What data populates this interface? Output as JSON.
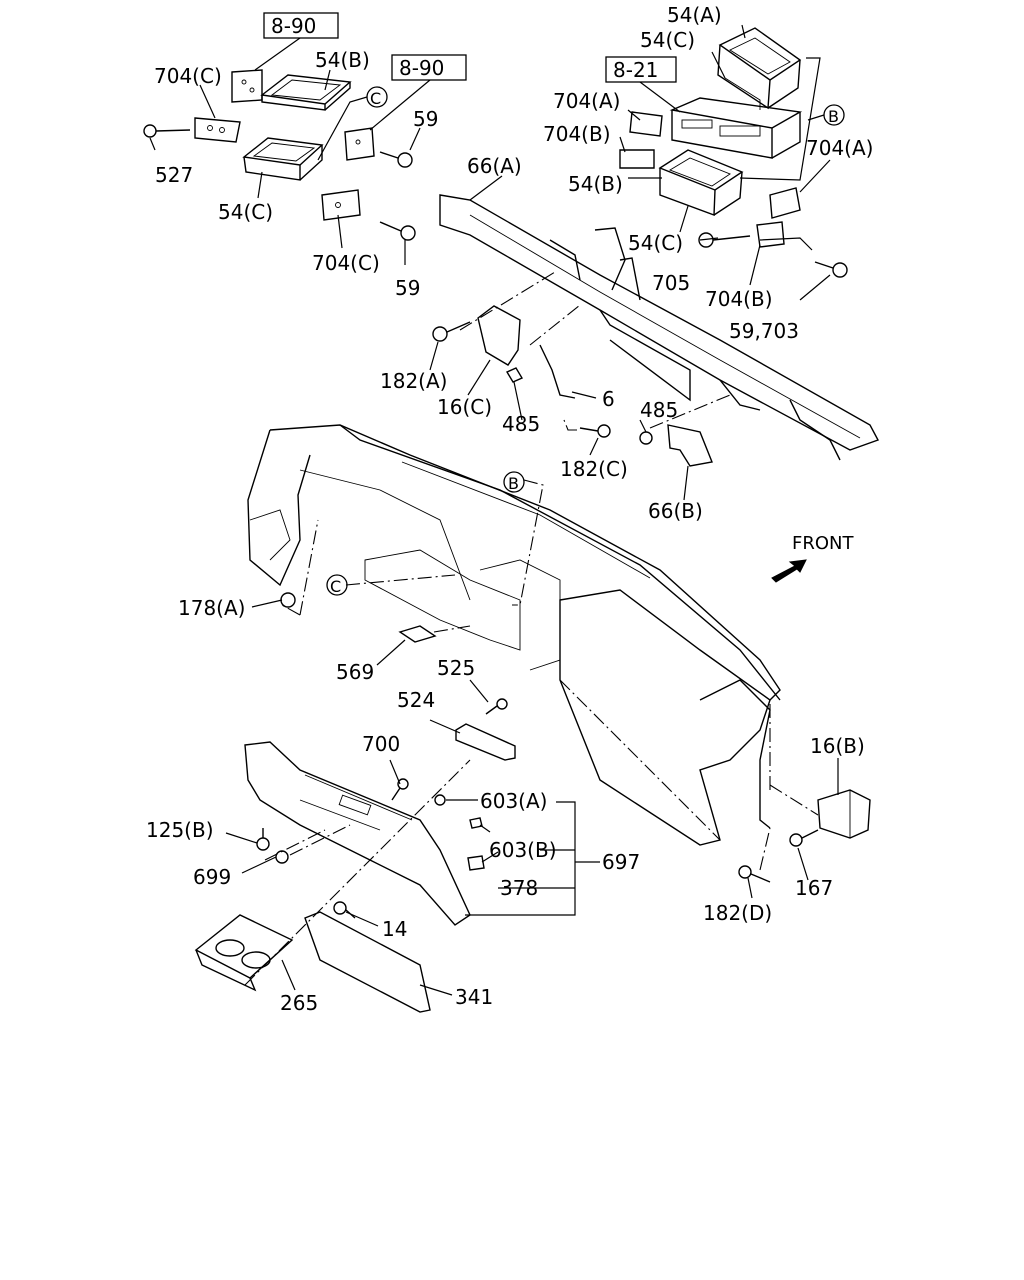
{
  "refs": {
    "ref_8_90_a": "8-90",
    "ref_8_90_b": "8-90",
    "ref_8_21": "8-21"
  },
  "circle_markers": {
    "c1": "C",
    "c2": "C",
    "b1": "B",
    "b2": "B"
  },
  "front_label": "FRONT",
  "callouts": {
    "p704c_top": "704(C)",
    "p54b_top": "54(B)",
    "p527": "527",
    "p54c_left": "54(C)",
    "p59_upper": "59",
    "p704c_mid": "704(C)",
    "p59_lower": "59",
    "p54a": "54(A)",
    "p54c_right": "54(C)",
    "p704a_left": "704(A)",
    "p704b_left": "704(B)",
    "p54b_right": "54(B)",
    "p704a_right": "704(A)",
    "p54c_lower": "54(C)",
    "p705": "705",
    "p704b_right": "704(B)",
    "p59_703": "59,703",
    "p66a": "66(A)",
    "p182a": "182(A)",
    "p16c": "16(C)",
    "p485_left": "485",
    "p6": "6",
    "p485_right": "485",
    "p182c": "182(C)",
    "p66b": "66(B)",
    "p178a": "178(A)",
    "p569": "569",
    "p525": "525",
    "p524": "524",
    "p700": "700",
    "p603a": "603(A)",
    "p603b": "603(B)",
    "p697": "697",
    "p378": "378",
    "p125b": "125(B)",
    "p699": "699",
    "p14": "14",
    "p265": "265",
    "p341": "341",
    "p16b": "16(B)",
    "p167": "167",
    "p182d": "182(D)"
  }
}
